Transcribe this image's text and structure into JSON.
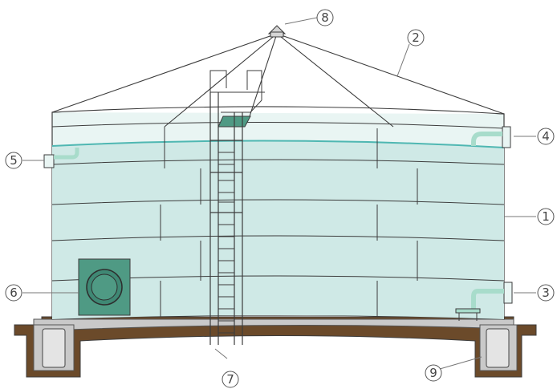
{
  "colors": {
    "water": "#cfe9e6",
    "water_line": "#4fb7b2",
    "steel": "#e9f5f3",
    "outline": "#3c3c3c",
    "manway": "#4f9a84",
    "foundation": "#6b4a2a",
    "concrete": "#c9c9c9",
    "callout": "#555555"
  },
  "callouts": [
    {
      "id": "shell-wall",
      "label": "1"
    },
    {
      "id": "roof",
      "label": "2"
    },
    {
      "id": "outlet-nozzle",
      "label": "3"
    },
    {
      "id": "overflow-nozzle",
      "label": "4"
    },
    {
      "id": "inlet-nozzle",
      "label": "5"
    },
    {
      "id": "manway",
      "label": "6"
    },
    {
      "id": "ladder",
      "label": "7"
    },
    {
      "id": "roof-vent",
      "label": "8"
    },
    {
      "id": "foundation",
      "label": "9"
    }
  ]
}
